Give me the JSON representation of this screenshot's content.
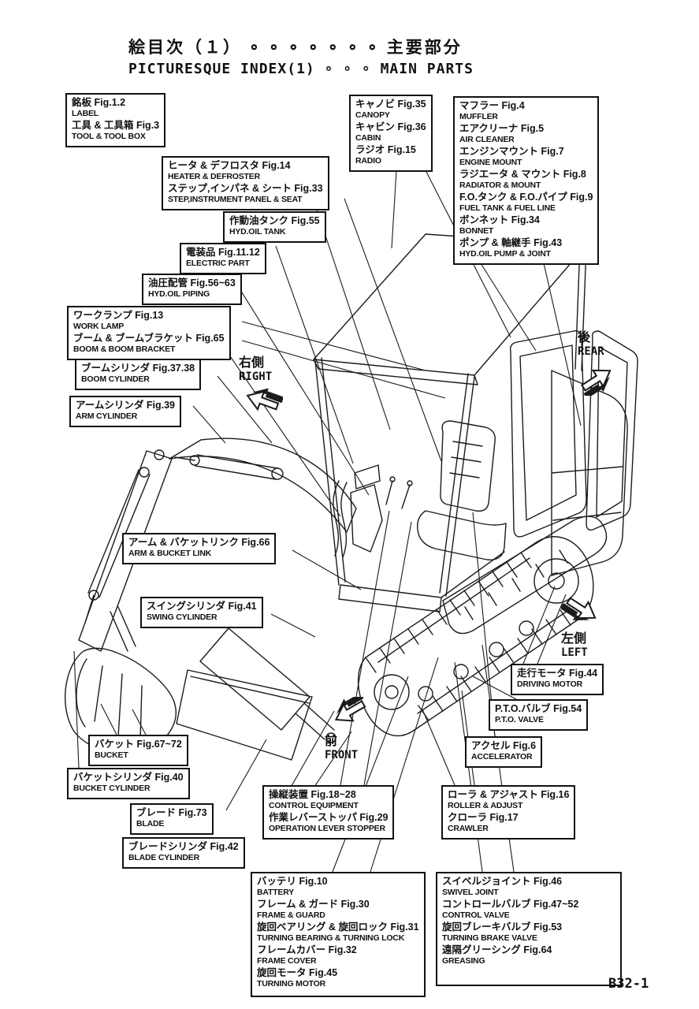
{
  "page": {
    "title_jp": "絵目次（１） ∘ ∘ ∘ ∘ ∘ ∘ ∘ 主要部分",
    "title_en": "PICTURESQUE INDEX(1) ∘ ∘ ∘ MAIN PARTS",
    "page_code": "B32-1"
  },
  "direction_markers": {
    "right": {
      "jp": "右側",
      "en": "RIGHT"
    },
    "rear": {
      "jp": "後",
      "en": "REAR"
    },
    "left": {
      "jp": "左側",
      "en": "LEFT"
    },
    "front": {
      "jp": "前",
      "en": "FRONT"
    }
  },
  "callouts": [
    {
      "id": "label-tool",
      "entries": [
        {
          "jp": "銘板 Fig.1.2",
          "en": "LABEL"
        },
        {
          "jp": "工具 & 工具箱 Fig.3",
          "en": "TOOL & TOOL BOX"
        }
      ]
    },
    {
      "id": "heater-step",
      "entries": [
        {
          "jp": "ヒータ & デフロスタ Fig.14",
          "en": "HEATER & DEFROSTER"
        },
        {
          "jp": "ステップ,インパネ & シート Fig.33",
          "en": "STEP,INSTRUMENT PANEL & SEAT"
        }
      ]
    },
    {
      "id": "canopy-cabin-radio",
      "entries": [
        {
          "jp": "キャノビ Fig.35",
          "en": "CANOPY"
        },
        {
          "jp": "キャビン Fig.36",
          "en": "CABIN"
        },
        {
          "jp": "ラジオ Fig.15",
          "en": "RADIO"
        }
      ]
    },
    {
      "id": "engine-group",
      "entries": [
        {
          "jp": "マフラー Fig.4",
          "en": "MUFFLER"
        },
        {
          "jp": "エアクリーナ Fig.5",
          "en": "AIR CLEANER"
        },
        {
          "jp": "エンジンマウント Fig.7",
          "en": "ENGINE MOUNT"
        },
        {
          "jp": "ラジエータ & マウント Fig.8",
          "en": "RADIATOR & MOUNT"
        },
        {
          "jp": "F.O.タンク & F.O.パイプ Fig.9",
          "en": "FUEL TANK & FUEL LINE"
        },
        {
          "jp": "ボンネット Fig.34",
          "en": "BONNET"
        },
        {
          "jp": "ポンプ & 軸継手 Fig.43",
          "en": "HYD.OIL PUMP & JOINT"
        }
      ]
    },
    {
      "id": "hyd-oil-tank",
      "entries": [
        {
          "jp": "作動油タンク Fig.55",
          "en": "HYD.OIL TANK"
        }
      ]
    },
    {
      "id": "electric-part",
      "entries": [
        {
          "jp": "電装品 Fig.11.12",
          "en": "ELECTRIC PART"
        }
      ]
    },
    {
      "id": "hyd-oil-piping",
      "entries": [
        {
          "jp": "油圧配管 Fig.56~63",
          "en": "HYD.OIL PIPING"
        }
      ]
    },
    {
      "id": "work-lamp-boom",
      "entries": [
        {
          "jp": "ワークランプ Fig.13",
          "en": "WORK LAMP"
        },
        {
          "jp": "ブーム & ブームブラケット Fig.65",
          "en": "BOOM & BOOM BRACKET"
        }
      ]
    },
    {
      "id": "boom-cylinder",
      "entries": [
        {
          "jp": "ブームシリンダ Fig.37.38",
          "en": "BOOM CYLINDER"
        }
      ]
    },
    {
      "id": "arm-cylinder",
      "entries": [
        {
          "jp": "アームシリンダ Fig.39",
          "en": "ARM CYLINDER"
        }
      ]
    },
    {
      "id": "arm-bucket-link",
      "entries": [
        {
          "jp": "アーム & バケットリンク Fig.66",
          "en": "ARM & BUCKET LINK"
        }
      ]
    },
    {
      "id": "swing-cylinder",
      "entries": [
        {
          "jp": "スイングシリンダ Fig.41",
          "en": "SWING CYLINDER"
        }
      ]
    },
    {
      "id": "bucket",
      "entries": [
        {
          "jp": "バケット Fig.67~72",
          "en": "BUCKET"
        }
      ]
    },
    {
      "id": "bucket-cylinder",
      "entries": [
        {
          "jp": "バケットシリンダ Fig.40",
          "en": "BUCKET CYLINDER"
        }
      ]
    },
    {
      "id": "blade",
      "entries": [
        {
          "jp": "ブレード Fig.73",
          "en": "BLADE"
        }
      ]
    },
    {
      "id": "blade-cylinder",
      "entries": [
        {
          "jp": "ブレードシリンダ Fig.42",
          "en": "BLADE CYLINDER"
        }
      ]
    },
    {
      "id": "control-equipment",
      "entries": [
        {
          "jp": "操縦装置 Fig.18~28",
          "en": "CONTROL EQUIPMENT"
        },
        {
          "jp": "作業レバーストッパ Fig.29",
          "en": "OPERATION LEVER STOPPER"
        }
      ]
    },
    {
      "id": "driving-motor",
      "entries": [
        {
          "jp": "走行モータ Fig.44",
          "en": "DRIVING MOTOR"
        }
      ]
    },
    {
      "id": "pto-valve",
      "entries": [
        {
          "jp": "P.T.O.バルブ Fig.54",
          "en": "P.T.O. VALVE"
        }
      ]
    },
    {
      "id": "accelerator",
      "entries": [
        {
          "jp": "アクセル Fig.6",
          "en": "ACCELERATOR"
        }
      ]
    },
    {
      "id": "roller-crawler",
      "entries": [
        {
          "jp": "ローラ & アジャスト Fig.16",
          "en": "ROLLER & ADJUST"
        },
        {
          "jp": "クローラ Fig.17",
          "en": "CRAWLER"
        }
      ]
    },
    {
      "id": "frame-group",
      "entries": [
        {
          "jp": "バッテリ Fig.10",
          "en": "BATTERY"
        },
        {
          "jp": "フレーム & ガード Fig.30",
          "en": "FRAME & GUARD"
        },
        {
          "jp": "旋回ベアリング & 旋回ロック Fig.31",
          "en": "TURNING BEARING & TURNING LOCK"
        },
        {
          "jp": "フレームカバー Fig.32",
          "en": "FRAME COVER"
        },
        {
          "jp": "旋回モータ Fig.45",
          "en": "TURNING MOTOR"
        }
      ]
    },
    {
      "id": "valve-group",
      "entries": [
        {
          "jp": "スイベルジョイント Fig.46",
          "en": "SWIVEL JOINT"
        },
        {
          "jp": "コントロールバルブ Fig.47~52",
          "en": "CONTROL VALVE"
        },
        {
          "jp": "旋回ブレーキバルブ Fig.53",
          "en": "TURNING BRAKE VALVE"
        },
        {
          "jp": "遠隔グリーシング Fig.64",
          "en": "GREASING"
        }
      ]
    }
  ]
}
